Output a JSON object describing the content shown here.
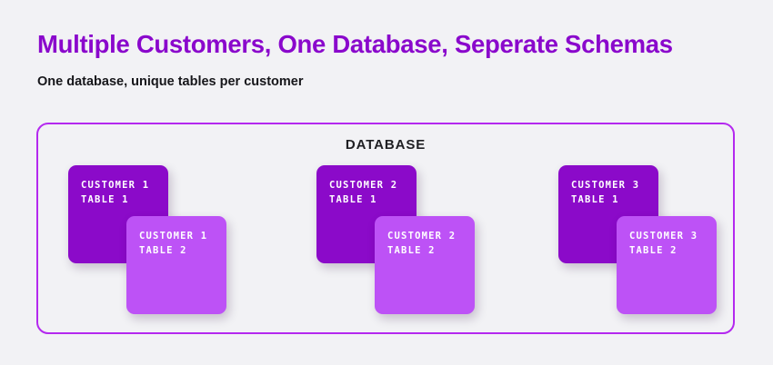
{
  "page": {
    "background_color": "#f2f2f5",
    "title": "Multiple Customers, One Database, Seperate Schemas",
    "subtitle": "One database, unique tables per customer",
    "title_color": "#8a08cc",
    "subtitle_color": "#16161a"
  },
  "diagram": {
    "container_label": "DATABASE",
    "container_border_color": "#b429ef",
    "primary_card_color": "#8b0ac9",
    "secondary_card_color": "#bd52f6",
    "card_text_color": "#ffffff",
    "groups": [
      {
        "name": "customer-1",
        "primary": {
          "line1": "CUSTOMER 1",
          "line2": "TABLE 1"
        },
        "secondary": {
          "line1": "CUSTOMER 1",
          "line2": "TABLE 2"
        }
      },
      {
        "name": "customer-2",
        "primary": {
          "line1": "CUSTOMER 2",
          "line2": "TABLE 1"
        },
        "secondary": {
          "line1": "CUSTOMER 2",
          "line2": "TABLE 2"
        }
      },
      {
        "name": "customer-3",
        "primary": {
          "line1": "CUSTOMER 3",
          "line2": "TABLE 1"
        },
        "secondary": {
          "line1": "CUSTOMER 3",
          "line2": "TABLE 2"
        }
      }
    ]
  }
}
